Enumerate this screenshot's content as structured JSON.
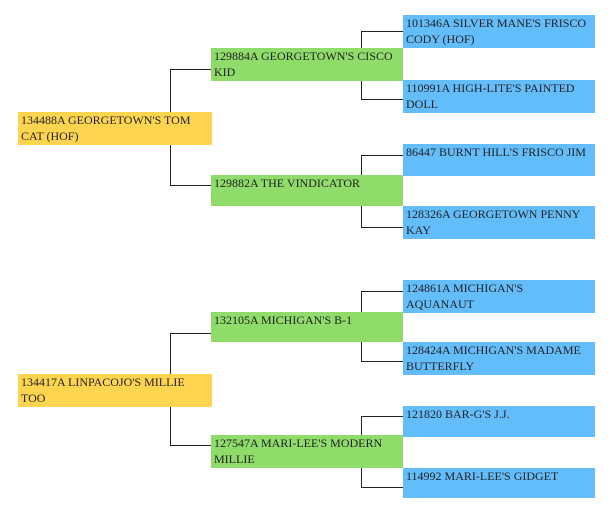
{
  "colors": {
    "generation1": "#ffd54f",
    "generation2": "#8fdc6a",
    "generation3": "#64bdfb",
    "connector": "#222222"
  },
  "pedigrees": [
    {
      "animal": "134488A GEORGETOWN'S TOM CAT (HOF)",
      "sire": "129884A GEORGETOWN'S CISCO KID",
      "sire_sire": "101346A SILVER MANE'S FRISCO CODY (HOF)",
      "sire_dam": "110991A HIGH-LITE'S PAINTED DOLL",
      "dam": "129882A THE VINDICATOR",
      "dam_sire": "86447 BURNT HILL'S FRISCO JIM",
      "dam_dam": "128326A GEORGETOWN PENNY KAY"
    },
    {
      "animal": "134417A LINPACOJO'S MILLIE TOO",
      "sire": "132105A MICHIGAN'S B-1",
      "sire_sire": "124861A MICHIGAN'S AQUANAUT",
      "sire_dam": "128424A MICHIGAN'S MADAME BUTTERFLY",
      "dam": "127547A MARI-LEE'S MODERN MILLIE",
      "dam_sire": "121820 BAR-G'S J.J.",
      "dam_dam": "114992 MARI-LEE'S GIDGET"
    }
  ]
}
